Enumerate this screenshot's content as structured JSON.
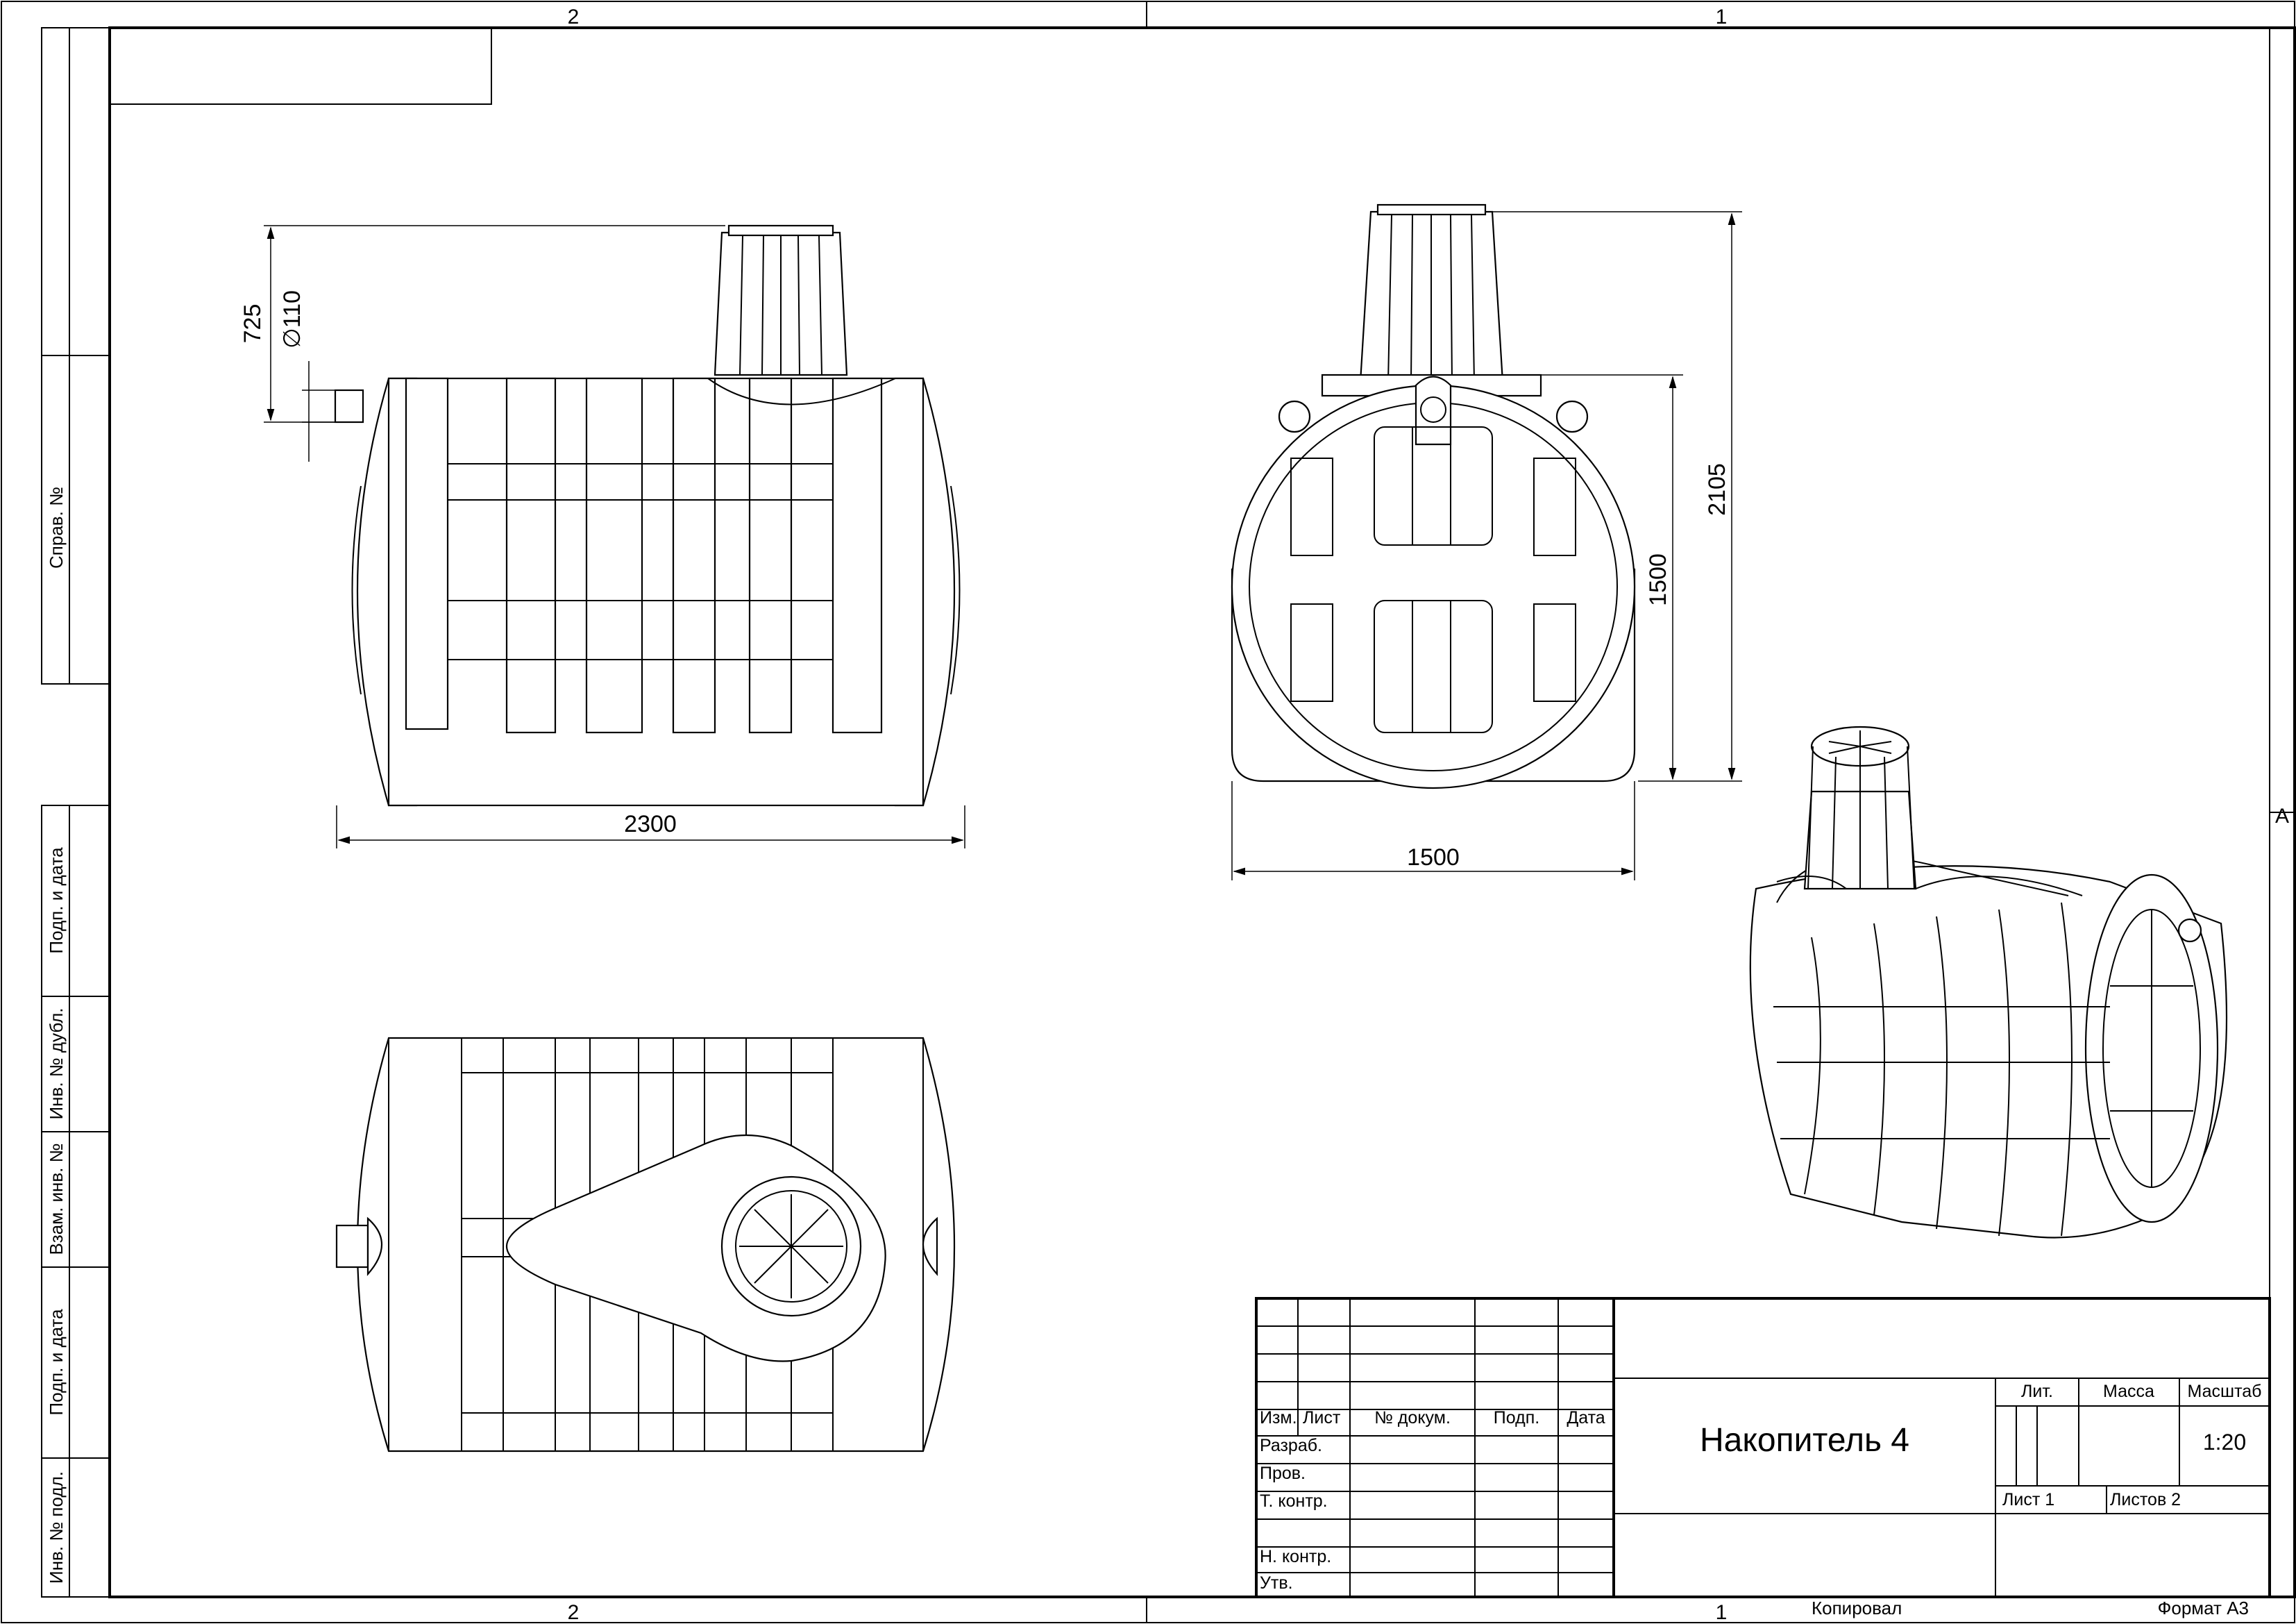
{
  "sheet": {
    "zone_top_left": "2",
    "zone_top_right": "1",
    "zone_bottom_left": "2",
    "zone_bottom_right": "1",
    "zone_right_side": "A",
    "copied_label": "Копировал",
    "format_label": "Формат А3"
  },
  "left_strip": {
    "ref_no": "Справ. №",
    "sign_date_1": "Подп. и дата",
    "inv_dup": "Инв. № дубл.",
    "repl_inv": "Взам. инв. №",
    "sign_date_2": "Подп. и дата",
    "inv_orig": "Инв. № подл."
  },
  "dimensions": {
    "front_overall_length": "2300",
    "front_neck_height": "725",
    "front_pipe_diameter": "∅110",
    "side_width": "1500",
    "side_body_height": "1500",
    "side_total_height": "2105"
  },
  "title_block": {
    "col_change": "Изм.",
    "col_sheet": "Лист",
    "col_doc_no": "№ докум.",
    "col_sign": "Подп.",
    "col_date": "Дата",
    "row_developed": "Разраб.",
    "row_checked": "Пров.",
    "row_tech_control": "Т. контр.",
    "row_norm_control": "Н. контр.",
    "row_approved": "Утв.",
    "title": "Накопитель 4",
    "lit_label": "Лит.",
    "mass_label": "Масса",
    "scale_label": "Масштаб",
    "scale_value": "1:20",
    "sheet_label": "Лист 1",
    "sheets_label": "Листов 2"
  }
}
